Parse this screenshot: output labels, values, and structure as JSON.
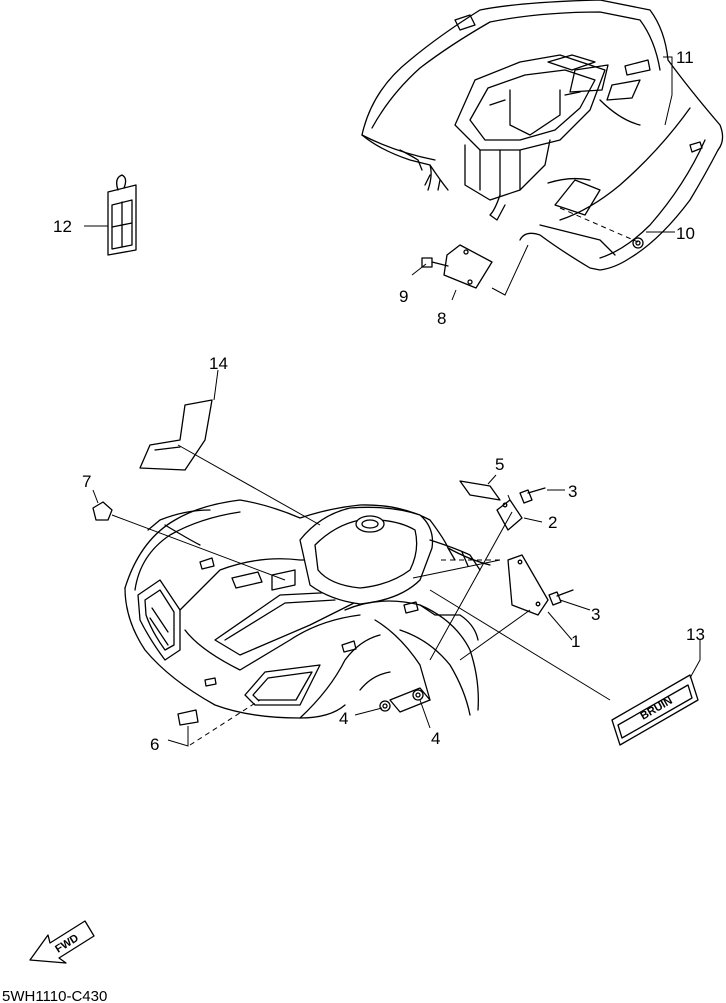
{
  "callouts": [
    {
      "id": "1",
      "label": "1"
    },
    {
      "id": "2",
      "label": "2"
    },
    {
      "id": "3a",
      "label": "3"
    },
    {
      "id": "3b",
      "label": "3"
    },
    {
      "id": "4a",
      "label": "4"
    },
    {
      "id": "4b",
      "label": "4"
    },
    {
      "id": "5",
      "label": "5"
    },
    {
      "id": "6",
      "label": "6"
    },
    {
      "id": "7",
      "label": "7"
    },
    {
      "id": "8",
      "label": "8"
    },
    {
      "id": "9",
      "label": "9"
    },
    {
      "id": "10",
      "label": "10"
    },
    {
      "id": "11",
      "label": "11"
    },
    {
      "id": "12",
      "label": "12"
    },
    {
      "id": "13",
      "label": "13"
    },
    {
      "id": "14",
      "label": "14"
    }
  ],
  "fwd_label": "FWD",
  "drawing_code": "5WH1110-C430",
  "decal_text": "BRUIN",
  "icons": [
    "fwd-arrow-icon"
  ]
}
